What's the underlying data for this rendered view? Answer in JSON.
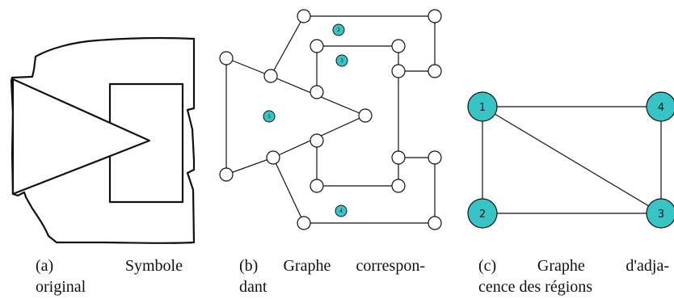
{
  "panels": {
    "a": {
      "caption_line1": [
        "(a)",
        "Symbole"
      ],
      "caption_line2": "original"
    },
    "b": {
      "caption_line1": [
        "(b)",
        "Graphe",
        "correspon-"
      ],
      "caption_line2": "dant",
      "region_labels": [
        "1",
        "2",
        "3",
        "4"
      ]
    },
    "c": {
      "caption_line1": [
        "(c)",
        "Graphe",
        "d'adja-"
      ],
      "caption_line2": "cence des régions",
      "node_labels": [
        "1",
        "2",
        "3",
        "4"
      ]
    }
  },
  "colors": {
    "region_fill": "#38c4c4",
    "line": "#111111",
    "node_fill": "#ffffff"
  }
}
